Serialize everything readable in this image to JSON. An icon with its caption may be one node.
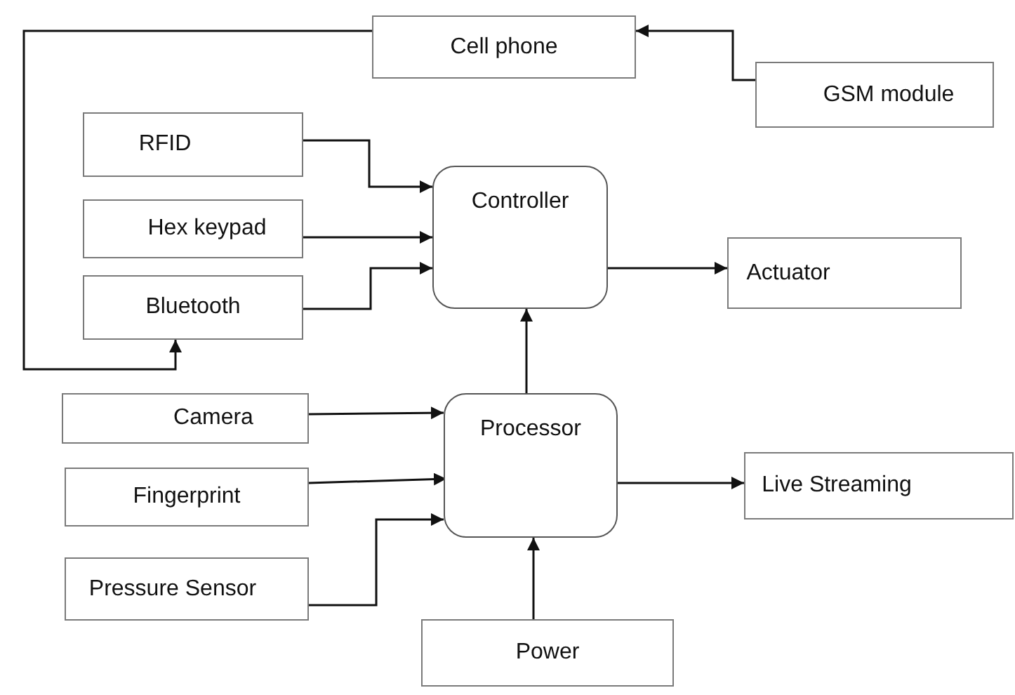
{
  "diagram": {
    "nodes": [
      {
        "text": [
          "Cell phone"
        ]
      },
      {
        "text": [
          "GSM module"
        ]
      },
      {
        "text": [
          "RFID"
        ]
      },
      {
        "text": [
          "Controller"
        ]
      },
      {
        "text": [
          "Hex keypad"
        ]
      },
      {
        "text": [
          "Bluetooth"
        ]
      },
      {
        "text": [
          "Actuator"
        ]
      },
      {
        "text": [
          "Camera"
        ]
      },
      {
        "text": [
          "Processor"
        ]
      },
      {
        "text": [
          "Fingerprint"
        ]
      },
      {
        "text": [
          "Live Streaming"
        ]
      },
      {
        "text": [
          "Pressure Sensor"
        ]
      },
      {
        "text": [
          "Power"
        ]
      }
    ],
    "edges": [
      {
        "from": 1,
        "to": 0,
        "arrow": "to"
      },
      {
        "from": 0,
        "to": 5,
        "arrow": "to"
      },
      {
        "from": 2,
        "to": 3,
        "arrow": "to"
      },
      {
        "from": 4,
        "to": 3,
        "arrow": "to"
      },
      {
        "from": 5,
        "to": 3,
        "arrow": "to"
      },
      {
        "from": 3,
        "to": 6,
        "arrow": "to"
      },
      {
        "from": 8,
        "to": 3,
        "arrow": "to"
      },
      {
        "from": 7,
        "to": 8,
        "arrow": "to"
      },
      {
        "from": 9,
        "to": 8,
        "arrow": "to"
      },
      {
        "from": 11,
        "to": 8,
        "arrow": "to"
      },
      {
        "from": 8,
        "to": 10,
        "arrow": "to"
      },
      {
        "from": 12,
        "to": 8,
        "arrow": "to"
      }
    ]
  }
}
